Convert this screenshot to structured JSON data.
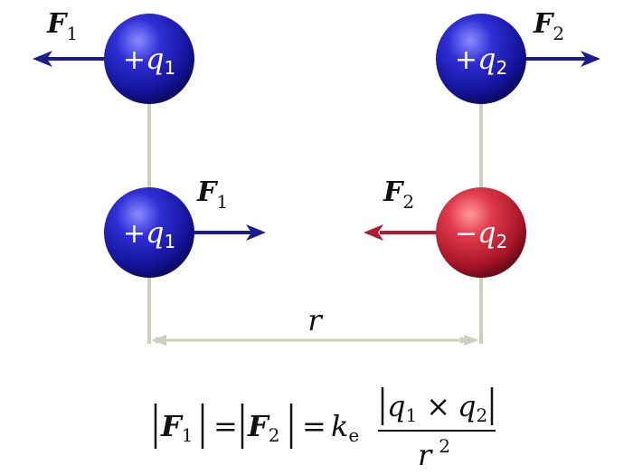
{
  "colors": {
    "positive_charge": "#1a1a9e",
    "negative_charge": "#b5172a",
    "force_arrow_blue": "#1c1c8c",
    "force_arrow_red": "#b01a2a",
    "connector": "#cfcfc0"
  },
  "icons": {
    "charge_sphere": "sphere-icon",
    "force_arrow": "arrow-icon"
  },
  "charges": {
    "top_left": {
      "sign": "+",
      "var": "q",
      "sub": "1"
    },
    "top_right": {
      "sign": "+",
      "var": "q",
      "sub": "2"
    },
    "bottom_left": {
      "sign": "+",
      "var": "q",
      "sub": "1"
    },
    "bottom_right": {
      "sign": "−",
      "var": "q",
      "sub": "2"
    }
  },
  "forces": {
    "top_left": {
      "var": "F",
      "sub": "1"
    },
    "top_right": {
      "var": "F",
      "sub": "2"
    },
    "bottom_left": {
      "var": "F",
      "sub": "1"
    },
    "bottom_right": {
      "var": "F",
      "sub": "2"
    }
  },
  "distance": {
    "label": "r"
  },
  "equation": {
    "f1_var": "F",
    "f1_sub": "1",
    "equals": "=",
    "f2_var": "F",
    "f2_sub": "2",
    "k_var": "k",
    "k_sub": "e",
    "num_q1_var": "q",
    "num_q1_sub": "1",
    "times": "×",
    "num_q2_var": "q",
    "num_q2_sub": "2",
    "den_var": "r",
    "den_exp": "2"
  }
}
